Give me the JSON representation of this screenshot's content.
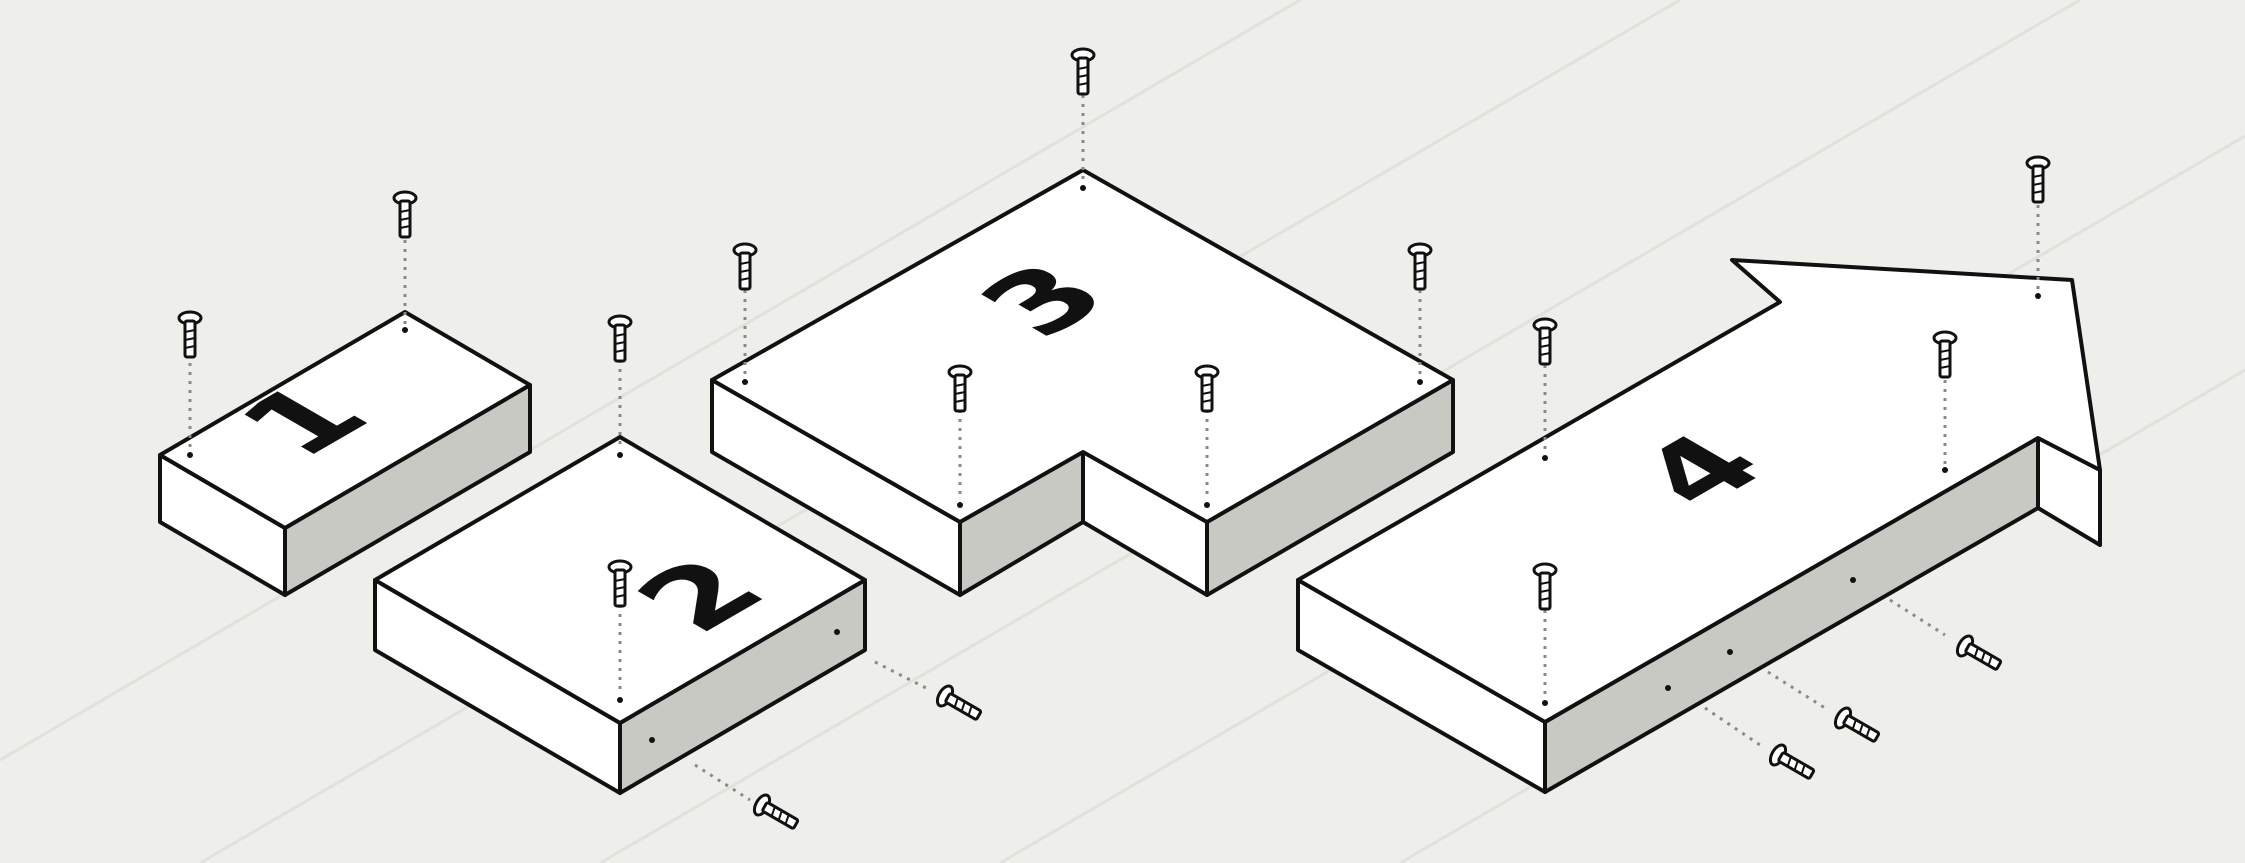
{
  "diagram": {
    "pieces": [
      {
        "id": "piece-1",
        "label": "1"
      },
      {
        "id": "piece-2",
        "label": "2"
      },
      {
        "id": "piece-3",
        "label": "3"
      },
      {
        "id": "piece-4",
        "label": "4"
      }
    ],
    "colors": {
      "background": "#eeeeea",
      "top_face": "#ffffff",
      "shaded_face": "#c9c9c4",
      "outline": "#111111"
    },
    "icons": [
      "screw-icon"
    ]
  }
}
